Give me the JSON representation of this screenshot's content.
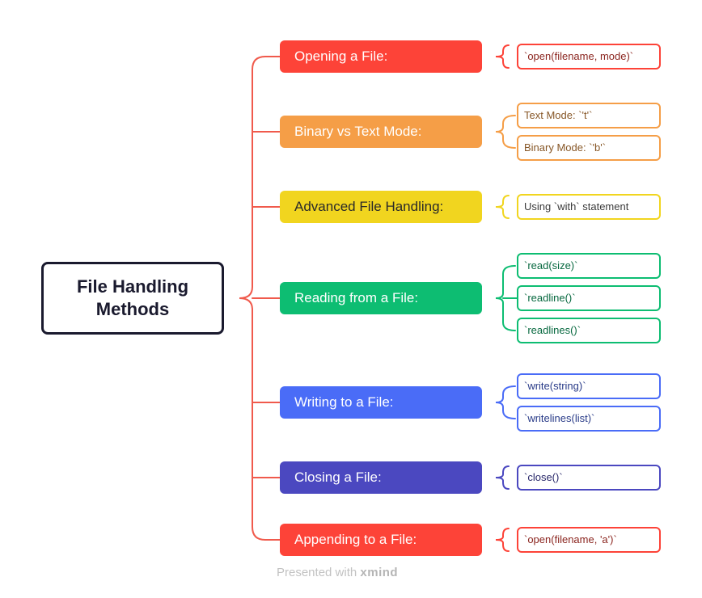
{
  "root": {
    "title": "File Handling Methods"
  },
  "topics": [
    {
      "label": "Opening a File:",
      "color": "#fd4338",
      "children": [
        "`open(filename, mode)`"
      ]
    },
    {
      "label": "Binary vs Text Mode:",
      "color": "#f59e47",
      "children": [
        "Text Mode: `'t'`",
        "Binary Mode: `'b'`"
      ]
    },
    {
      "label": "Advanced File Handling:",
      "color": "#f1d51f",
      "children": [
        "Using `with` statement"
      ]
    },
    {
      "label": "Reading from a File:",
      "color": "#0dbd72",
      "children": [
        "`read(size)`",
        "`readline()`",
        "`readlines()`"
      ]
    },
    {
      "label": "Writing to a File:",
      "color": "#4a6cf7",
      "children": [
        "`write(string)`",
        "`writelines(list)`"
      ]
    },
    {
      "label": "Closing a File:",
      "color": "#4b48c0",
      "children": [
        "`close()`"
      ]
    },
    {
      "label": "Appending to a File:",
      "color": "#fd4338",
      "children": [
        "`open(filename, 'a')`"
      ]
    }
  ],
  "footer": {
    "prefix": "Presented with",
    "brand": "xmind"
  }
}
